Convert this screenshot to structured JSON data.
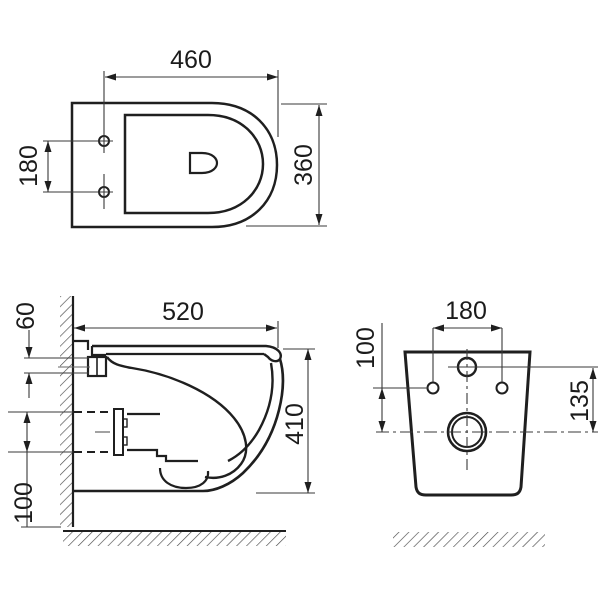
{
  "drawing": {
    "type": "wall-hung toilet installation dimensions",
    "units": "mm",
    "line_color": "#1f1f1f",
    "background": "#ffffff",
    "top_view": {
      "depth_to_front": "460",
      "fixing_hole_spacing": "180",
      "bowl_width": "360"
    },
    "side_view": {
      "total_depth": "520",
      "total_height": "410",
      "rim_offset": "60",
      "outlet_zone": "100"
    },
    "rear_view": {
      "fixing_hole_spacing": "180",
      "holes_to_drain": "100",
      "inlet_to_drain": "135"
    }
  }
}
